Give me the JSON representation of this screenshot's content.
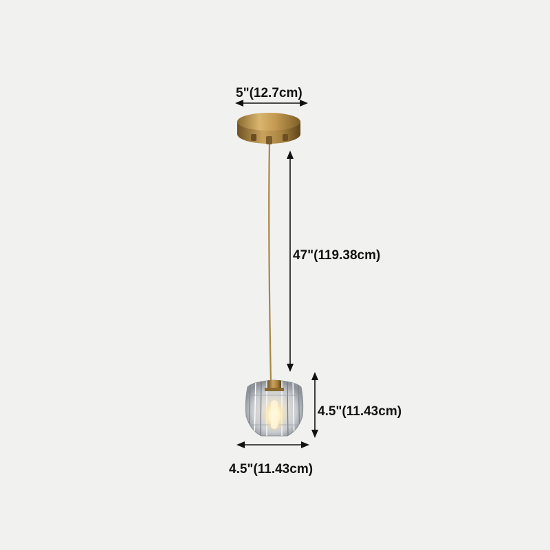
{
  "image": {
    "subject": "crystal-pendant-light",
    "background_color": "#f1f1f0",
    "brass_color": "#b8904a",
    "dimension_line_color": "#111111"
  },
  "dimensions": {
    "canopy_diameter": "5\"(12.7cm)",
    "cord_length": "47\"(119.38cm)",
    "shade_height": "4.5\"(11.43cm)",
    "shade_width": "4.5\"(11.43cm)"
  }
}
